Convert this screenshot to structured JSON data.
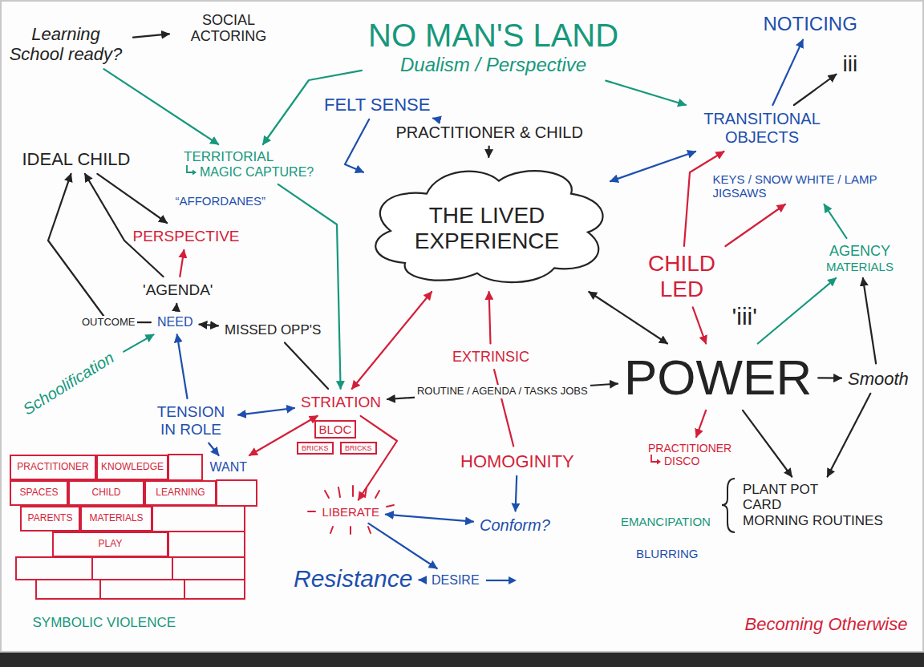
{
  "diagram": {
    "nodes": [
      {
        "text": [
          "Learning School ready?"
        ]
      },
      {
        "text": [
          "SOCIAL ACTORING"
        ]
      },
      {
        "text": [
          "NO MAN'S LAND",
          "Dualism / Perspective"
        ]
      },
      {
        "text": [
          "NOTICING"
        ]
      },
      {
        "text": [
          "iii"
        ]
      },
      {
        "text": [
          "FELT SENSE"
        ]
      },
      {
        "text": [
          "PRACTITIONER & CHILD"
        ]
      },
      {
        "text": [
          "IDEAL CHILD"
        ]
      },
      {
        "text": [
          "TERRITORIAL",
          "MAGIC CAPTURE?"
        ]
      },
      {
        "text": [
          "“AFFORDANES”"
        ]
      },
      {
        "text": [
          "THE LIVED EXPERIENCE"
        ]
      },
      {
        "text": [
          "TRANSITIONAL OBJECTS"
        ]
      },
      {
        "text": [
          "KEYS / SNOW WHITE / LAMP JIGSAWS"
        ]
      },
      {
        "text": [
          "PERSPECTIVE"
        ]
      },
      {
        "text": [
          "'AGENDA'"
        ]
      },
      {
        "text": [
          "AGENCY",
          "MATERIALS"
        ]
      },
      {
        "text": [
          "CHILD LED"
        ]
      },
      {
        "text": [
          "NEED"
        ]
      },
      {
        "text": [
          "MISSED OPP'S"
        ]
      },
      {
        "text": [
          "'iii'"
        ]
      },
      {
        "text": [
          "Schoolification"
        ]
      },
      {
        "text": [
          "EXTRINSIC"
        ]
      },
      {
        "text": [
          "POWER"
        ]
      },
      {
        "text": [
          "Smooth"
        ]
      },
      {
        "text": [
          "STRIATION"
        ]
      },
      {
        "text": [
          "TENSION IN ROLE"
        ]
      },
      {
        "text": [
          "BLOC"
        ]
      },
      {
        "text": [
          "BRICKS"
        ]
      },
      {
        "text": [
          "BRICKS"
        ]
      },
      {
        "text": [
          "PRACTITIONER"
        ]
      },
      {
        "text": [
          "KNOWLEDGE"
        ]
      },
      {
        "text": [
          "WANT"
        ]
      },
      {
        "text": [
          "HOMOGINITY"
        ]
      },
      {
        "text": [
          "PRACTITIONER",
          "DISCO"
        ]
      },
      {
        "text": [
          "SPACES"
        ]
      },
      {
        "text": [
          "CHILD"
        ]
      },
      {
        "text": [
          "LEARNING"
        ]
      },
      {
        "text": [
          "PARENTS"
        ]
      },
      {
        "text": [
          "MATERIALS"
        ]
      },
      {
        "text": [
          "PLAY"
        ]
      },
      {
        "text": [
          "LIBERATE"
        ]
      },
      {
        "text": [
          "Conform?"
        ]
      },
      {
        "text": [
          "PLANT POT",
          "CARD",
          "MORNING ROUTINES"
        ]
      },
      {
        "text": [
          "Resistance"
        ]
      },
      {
        "text": [
          "DESIRE"
        ]
      }
    ],
    "edges": [
      {
        "from": 0,
        "to": 1,
        "arrow": "to"
      },
      {
        "from": 0,
        "to": 8,
        "arrow": "to"
      },
      {
        "from": 2,
        "to": 8,
        "arrow": "to"
      },
      {
        "from": 2,
        "to": 11,
        "arrow": "to"
      },
      {
        "from": 5,
        "to": 6,
        "arrow": "to"
      },
      {
        "from": 5,
        "to": 10,
        "arrow": "to"
      },
      {
        "from": 6,
        "to": 10,
        "arrow": "to"
      },
      {
        "from": 11,
        "to": 10,
        "arrow": "both"
      },
      {
        "from": 11,
        "to": 3,
        "arrow": "to"
      },
      {
        "from": 11,
        "to": 4,
        "arrow": "to"
      },
      {
        "from": 16,
        "to": 11,
        "arrow": "to"
      },
      {
        "from": 16,
        "to": 12,
        "arrow": "to"
      },
      {
        "from": 16,
        "to": 22,
        "arrow": "to"
      },
      {
        "from": 22,
        "to": 10,
        "arrow": "both"
      },
      {
        "from": 24,
        "to": 10,
        "arrow": "both"
      },
      {
        "from": 21,
        "to": 10,
        "arrow": "to"
      },
      {
        "from": 32,
        "to": 21,
        "arrow": "none"
      },
      {
        "from": 24,
        "to": 22,
        "label": "ROUTINE / AGENDA / TASKS JOBS",
        "arrow": "both"
      },
      {
        "from": 22,
        "to": 23,
        "arrow": "to"
      },
      {
        "from": 23,
        "to": 15,
        "arrow": "to"
      },
      {
        "from": 23,
        "to": 42,
        "arrow": "to"
      },
      {
        "from": 22,
        "to": 42,
        "arrow": "to"
      },
      {
        "from": 22,
        "to": 33,
        "arrow": "to"
      },
      {
        "from": 22,
        "to": 15,
        "arrow": "to"
      },
      {
        "from": 15,
        "to": 12,
        "arrow": "to"
      },
      {
        "from": 8,
        "to": 24,
        "arrow": "to"
      },
      {
        "from": 25,
        "to": 24,
        "arrow": "both"
      },
      {
        "from": 25,
        "to": 17,
        "arrow": "to"
      },
      {
        "from": 25,
        "to": 31,
        "arrow": "to"
      },
      {
        "from": 24,
        "to": 31,
        "arrow": "both"
      },
      {
        "from": 24,
        "to": 40,
        "arrow": "to"
      },
      {
        "from": 40,
        "to": 41,
        "arrow": "both"
      },
      {
        "from": 32,
        "to": 41,
        "arrow": "to"
      },
      {
        "from": 40,
        "to": 44,
        "arrow": "to"
      },
      {
        "from": 44,
        "to": 43,
        "arrow": "to"
      },
      {
        "from": 17,
        "to": 14,
        "arrow": "to"
      },
      {
        "from": 14,
        "to": 13,
        "arrow": "to"
      },
      {
        "from": 14,
        "to": 7,
        "arrow": "to"
      },
      {
        "from": 7,
        "to": 13,
        "arrow": "to"
      },
      {
        "from": 17,
        "to": 7,
        "label": "OUTCOME",
        "arrow": "to"
      },
      {
        "from": 17,
        "to": 18,
        "arrow": "both"
      },
      {
        "from": 18,
        "to": 24,
        "arrow": "none"
      },
      {
        "from": 20,
        "to": 17,
        "arrow": "to"
      }
    ],
    "labels": [
      "EMANCIPATION",
      "BLURRING",
      "SYMBOLIC VIOLENCE",
      "Becoming Otherwise"
    ]
  }
}
